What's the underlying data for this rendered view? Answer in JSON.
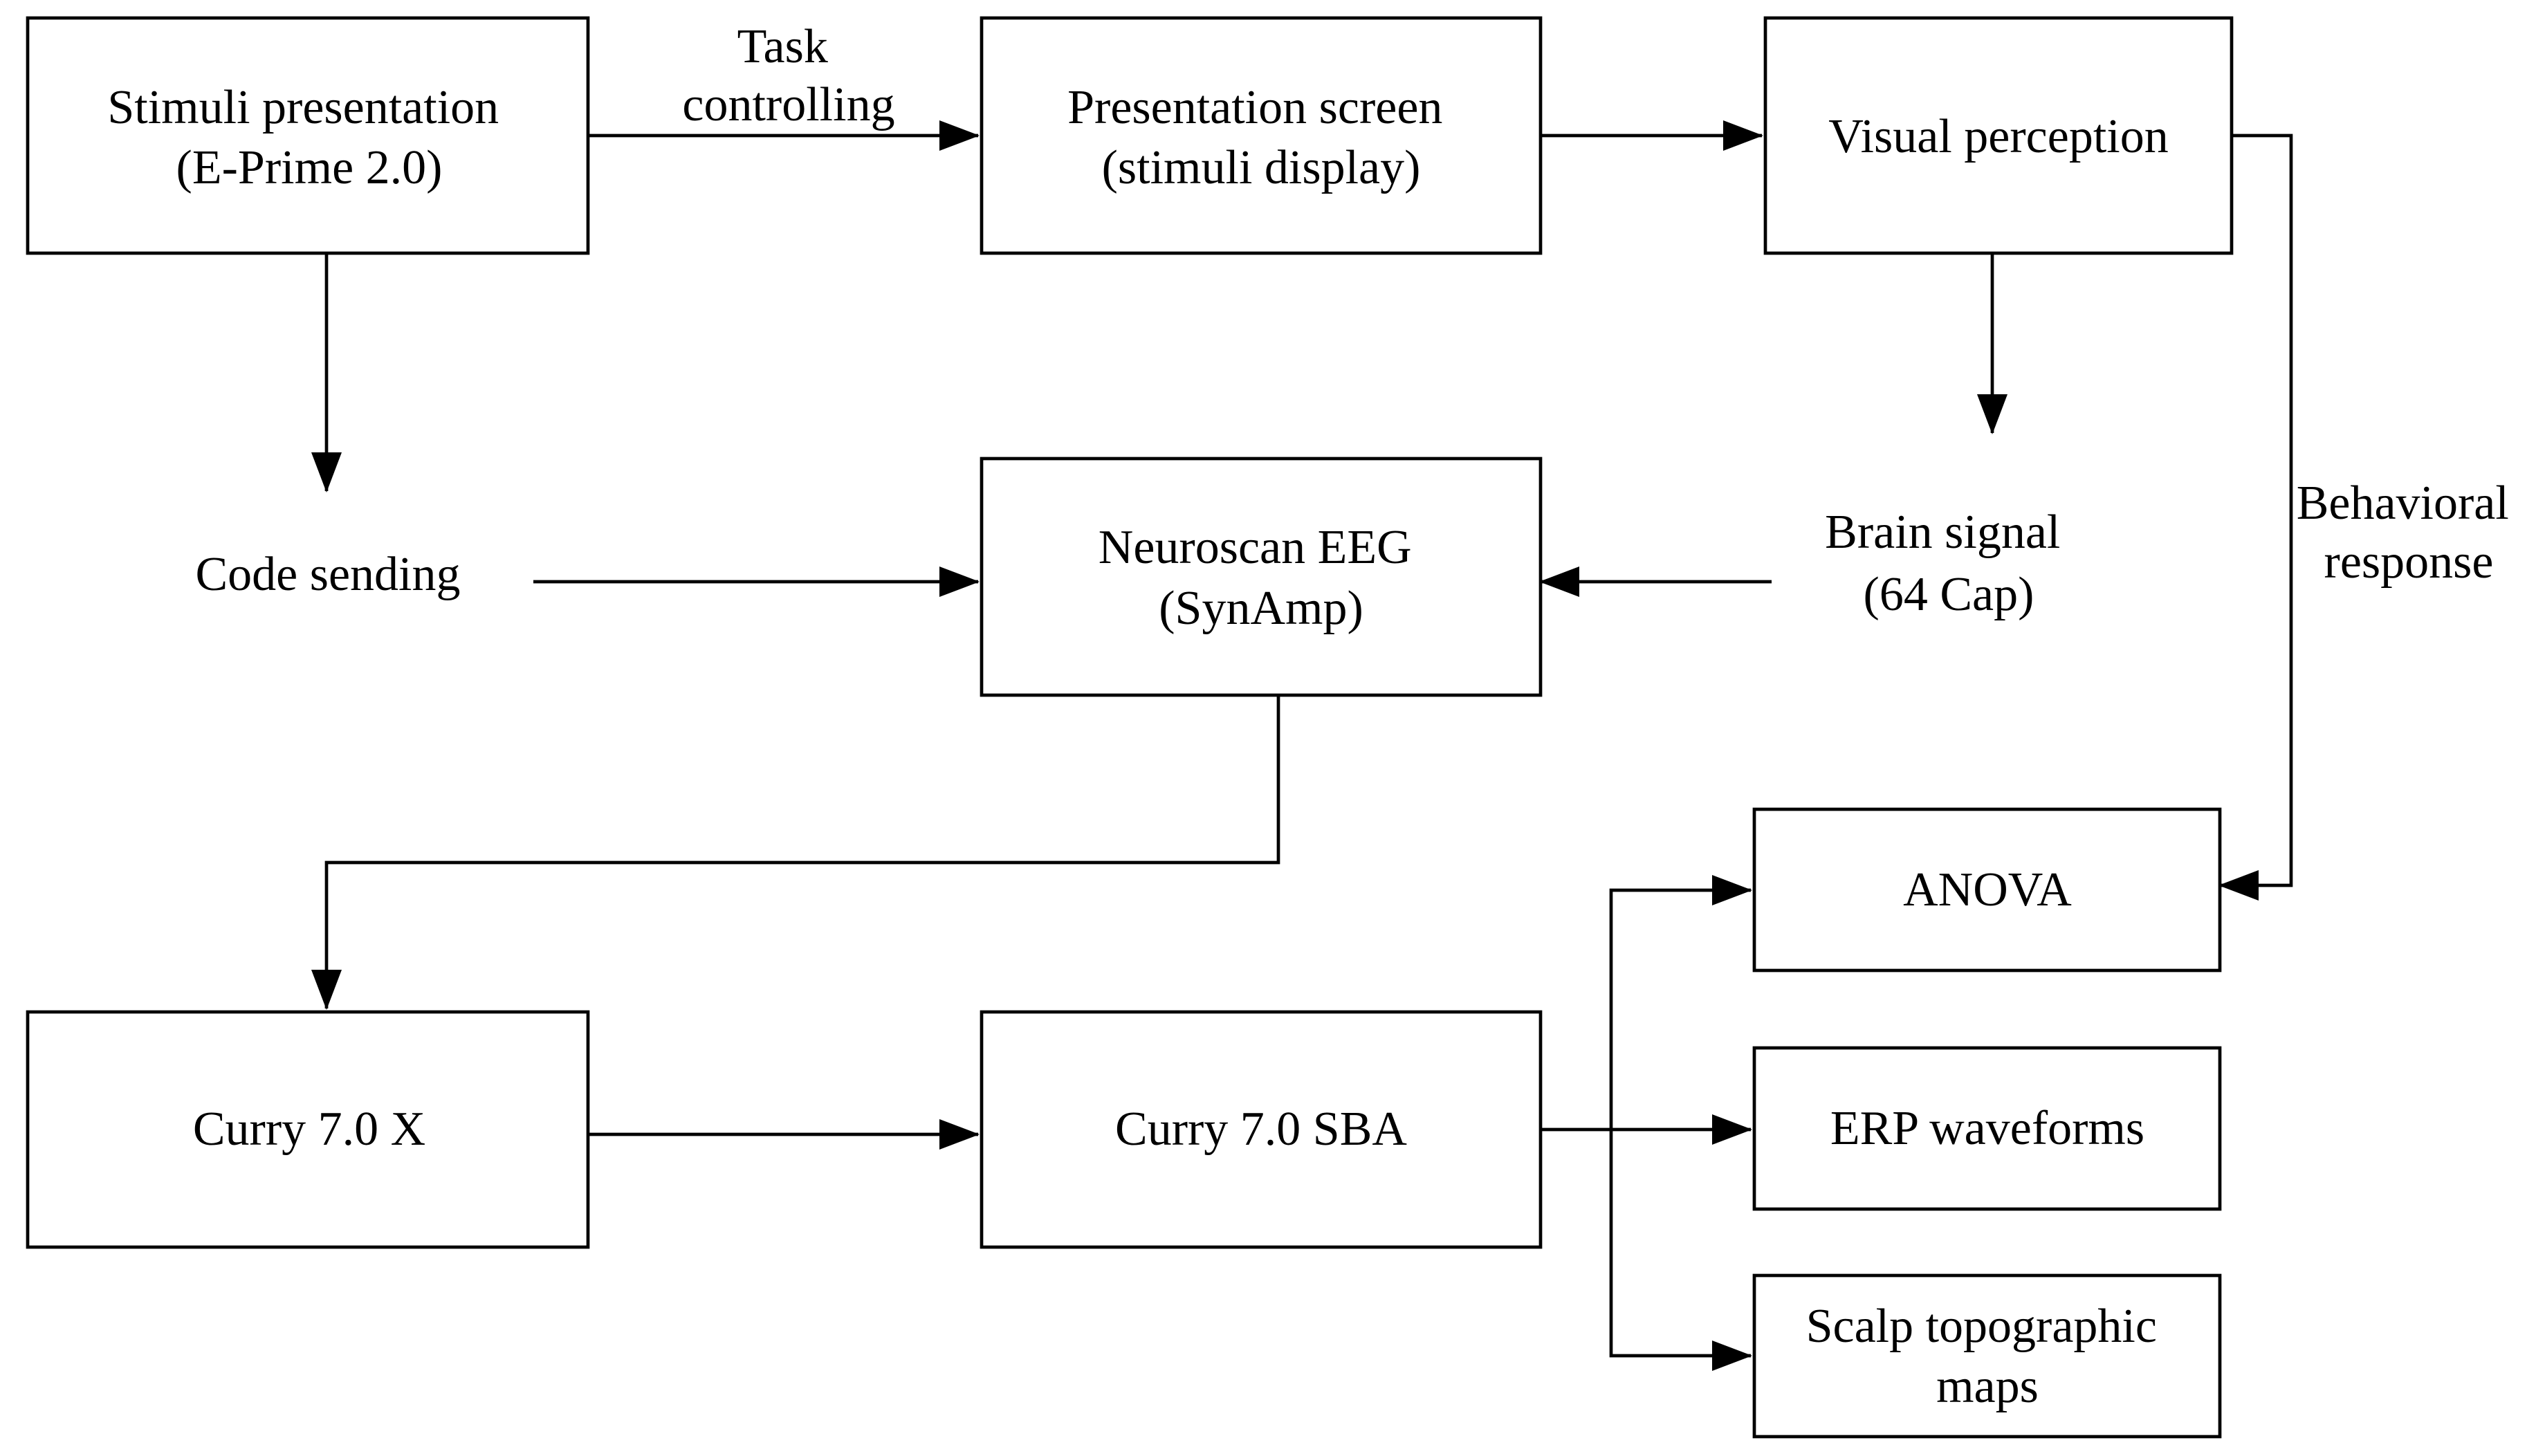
{
  "nodes": {
    "stimuli_presentation": {
      "lines": [
        "Stimuli presentation",
        "(E-Prime 2.0)"
      ]
    },
    "presentation_screen": {
      "lines": [
        "Presentation screen",
        "(stimuli display)"
      ]
    },
    "visual_perception": {
      "lines": [
        "Visual perception"
      ]
    },
    "code_sending": {
      "lines": [
        "Code sending"
      ]
    },
    "neuroscan_eeg": {
      "lines": [
        "Neuroscan EEG",
        "(SynAmp)"
      ]
    },
    "brain_signal": {
      "lines": [
        "Brain signal",
        "(64 Cap)"
      ]
    },
    "curry_x": {
      "lines": [
        "Curry 7.0 X"
      ]
    },
    "curry_sba": {
      "lines": [
        "Curry 7.0 SBA"
      ]
    },
    "anova": {
      "lines": [
        "ANOVA"
      ]
    },
    "erp_waveforms": {
      "lines": [
        "ERP waveforms"
      ]
    },
    "scalp_maps": {
      "lines": [
        "Scalp topographic",
        "maps"
      ]
    }
  },
  "edge_labels": {
    "task_controlling": [
      "Task",
      "controlling"
    ],
    "behavioral_response": [
      "Behavioral",
      "response"
    ]
  },
  "edges": [
    {
      "from": "stimuli_presentation",
      "to": "presentation_screen",
      "label": "task_controlling"
    },
    {
      "from": "presentation_screen",
      "to": "visual_perception"
    },
    {
      "from": "stimuli_presentation",
      "to": "code_sending"
    },
    {
      "from": "visual_perception",
      "to": "brain_signal"
    },
    {
      "from": "visual_perception",
      "to": "anova",
      "label": "behavioral_response"
    },
    {
      "from": "code_sending",
      "to": "neuroscan_eeg"
    },
    {
      "from": "brain_signal",
      "to": "neuroscan_eeg"
    },
    {
      "from": "neuroscan_eeg",
      "to": "curry_x"
    },
    {
      "from": "curry_x",
      "to": "curry_sba"
    },
    {
      "from": "curry_sba",
      "to": "anova"
    },
    {
      "from": "curry_sba",
      "to": "erp_waveforms"
    },
    {
      "from": "curry_sba",
      "to": "scalp_maps"
    }
  ],
  "colors": {
    "line": "#000000",
    "fill": "#ffffff",
    "text": "#000000"
  }
}
